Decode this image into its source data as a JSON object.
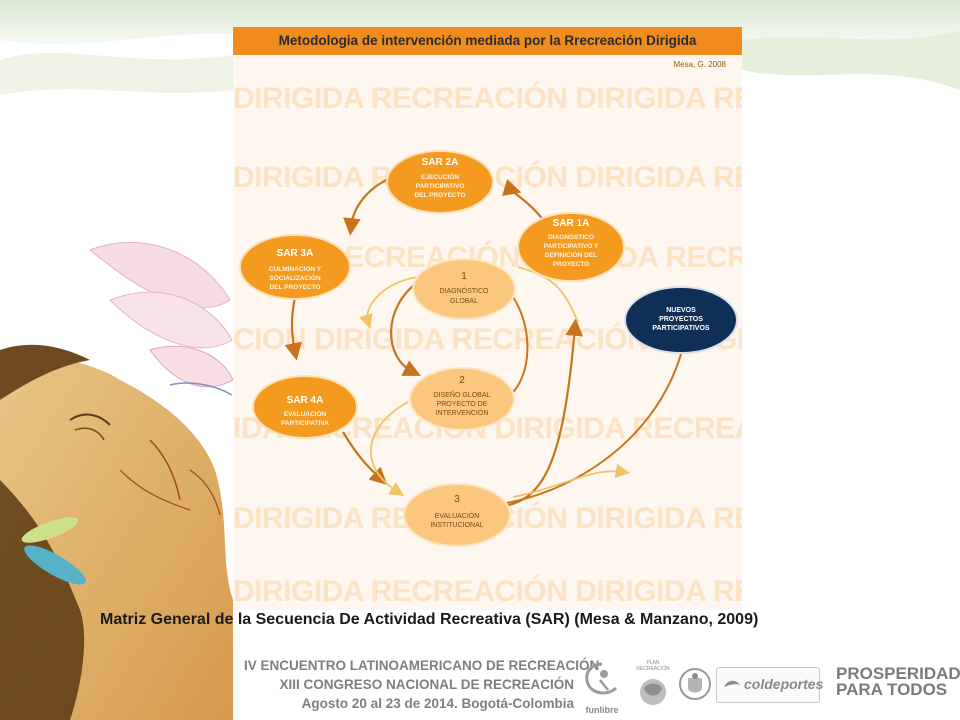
{
  "diagram": {
    "title": "Metodologia de intervención mediada por la Rrecreación Dirigida",
    "author": "Mesa, G. 2008",
    "watermark_rows": [
      "DIRIGIDA RECREACIÓN DIRIGIDA RECREACIÓN",
      "DIRIGIDA RECREACIÓN DIRIGIDA RECREACIÓN",
      "RECREACIÓN DIRIGIDA RECREACIÓN DIRIGIDA",
      "CION DIRIGIDA RECREACIÓN DIRIGIDA RECREA",
      "IDA RECREACIÓN DIRIGIDA RECREACIÓN",
      "DIRIGIDA RECREACIÓN DIRIGIDA RECREACIÓN",
      "DIRIGIDA RECREACIÓN DIRIGIDA RECREACIÓN"
    ],
    "nodes": {
      "sar2a": {
        "title": "SAR 2A",
        "lines": [
          "EJECUCIÓN",
          "PARTICIPATIVO",
          "DEL PROYECTO"
        ]
      },
      "sar1a": {
        "title": "SAR 1A",
        "lines": [
          "DIAGNOSTICO",
          "PARTICIPATIVO Y",
          "DEFINICIÓN DEL",
          "PROYECTO"
        ]
      },
      "sar3a": {
        "title": "SAR 3A",
        "lines": [
          "CULMINACION Y",
          "SOCIALIZACIÓN",
          "DEL PROYECTO"
        ]
      },
      "sar4a": {
        "title": "SAR 4A",
        "lines": [
          "EVALUACIÓN",
          "PARTICIPATIVA"
        ]
      },
      "n1": {
        "title": "1",
        "lines": [
          "DIAGNÓSTICO",
          "GLOBAL"
        ]
      },
      "n2": {
        "title": "2",
        "lines": [
          "DISEÑO GLOBAL",
          "PROYECTO DE",
          "INTERVENCIÓN"
        ]
      },
      "n3": {
        "title": "3",
        "lines": [
          "EVALUACIÓN",
          "INSTITUCIONAL"
        ]
      },
      "nuevos": {
        "title": "",
        "lines": [
          "NUEVOS",
          "PROYECTOS",
          "PARTICIPATIVOS"
        ]
      }
    },
    "colors": {
      "sar_fill": "#f39a1f",
      "inner_fill": "#fbc77e",
      "nuevos_fill": "#0f2f56",
      "arrow_dark": "#c7751c",
      "arrow_light": "#f2c266",
      "header": "#f08c1e"
    }
  },
  "caption": "Matriz General de la Secuencia De Actividad Recreativa (SAR) (Mesa & Manzano, 2009)",
  "event": {
    "line1": "IV ENCUENTRO LATINOAMERICANO DE RECREACIÓN",
    "line2": "XIII CONGRESO NACIONAL DE RECREACIÓN",
    "line3": "Agosto 20 al 23 de 2014.  Bogotá-Colombia"
  },
  "logos": {
    "funlibre": "funlibre",
    "plan": "PLAN RECREACIÓN",
    "coldeportes": "coldeportes",
    "prosperidad_line1": "PROSPERIDAD",
    "prosperidad_line2": "PARA TODOS"
  }
}
